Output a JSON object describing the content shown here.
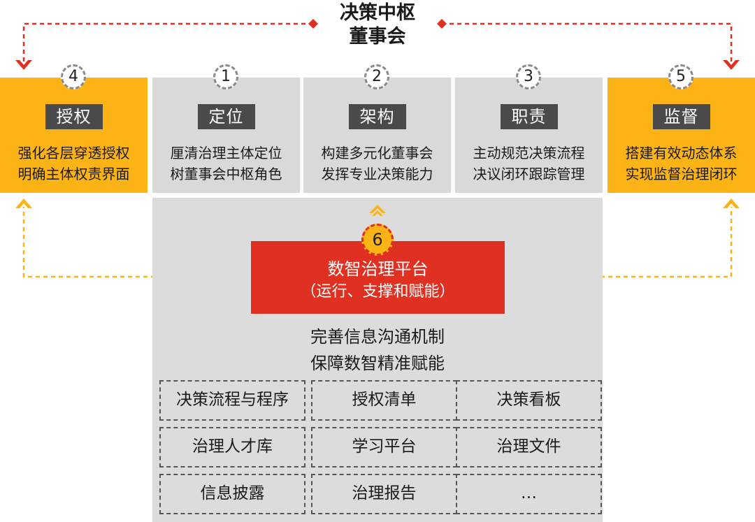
{
  "header": {
    "line1": "决策中枢",
    "line2": "董事会"
  },
  "cards": [
    {
      "number": "4",
      "tag": "授权",
      "line1": "强化各层穿透授权",
      "line2": "明确主体权责界面"
    },
    {
      "number": "1",
      "tag": "定位",
      "line1": "厘清治理主体定位",
      "line2": "树董事会中枢角色"
    },
    {
      "number": "2",
      "tag": "架构",
      "line1": "构建多元化董事会",
      "line2": "发挥专业决策能力"
    },
    {
      "number": "3",
      "tag": "职责",
      "line1": "主动规范决策流程",
      "line2": "决议闭环跟踪管理"
    },
    {
      "number": "5",
      "tag": "监督",
      "line1": "搭建有效动态体系",
      "line2": "实现监督治理闭环"
    }
  ],
  "platform": {
    "number": "6",
    "title": "数智治理平台",
    "subtitle": "（运行、支撑和赋能）"
  },
  "support": {
    "line1": "完善信息沟通机制",
    "line2": "保障数智精准赋能"
  },
  "modules": [
    "决策流程与程序",
    "授权清单",
    "决策看板",
    "治理人才库",
    "学习平台",
    "治理文件",
    "信息披露",
    "治理报告",
    "…"
  ],
  "colors": {
    "gold": "#fbb316",
    "gray": "#d9d9d9",
    "red": "#e03021",
    "tag_bg": "#4a4a4a"
  }
}
